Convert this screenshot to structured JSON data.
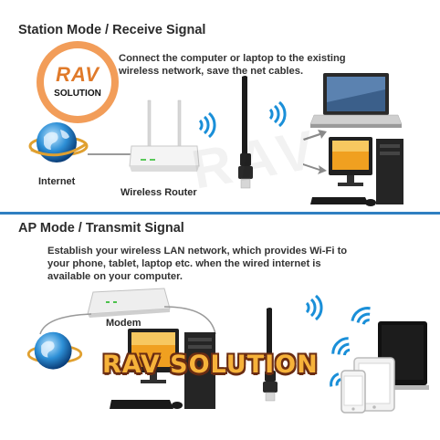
{
  "colors": {
    "divider": "#2f7fc1",
    "heading_text": "#2b2b2b",
    "watermark_orange": "#f08c3c",
    "banner_fill": "#f6b23a",
    "banner_outline": "#6a2c12",
    "wifi_blue": "#1a8fd8"
  },
  "station": {
    "heading": "Station Mode / Receive Signal",
    "description": "Connect the computer or laptop to the existing wireless network, save the net cables.",
    "internet_label": "Internet",
    "router_label": "Wireless Router"
  },
  "ap": {
    "heading": "AP Mode / Transmit Signal",
    "description": "Establish your wireless LAN network, which provides Wi-Fi to your phone, tablet, laptop etc. when the wired internet is available on your computer.",
    "modem_label": "Modem"
  },
  "watermark": {
    "brand": "RAV",
    "tagline": "SOLUTION",
    "banner": "RAV SOLUTION"
  },
  "icons": [
    "globe-icon",
    "router-icon",
    "usb-wifi-adapter-icon",
    "wifi-signal-icon",
    "arrow-right-icon",
    "laptop-icon",
    "desktop-computer-icon",
    "modem-icon",
    "smartphone-icon",
    "tablet-icon"
  ]
}
